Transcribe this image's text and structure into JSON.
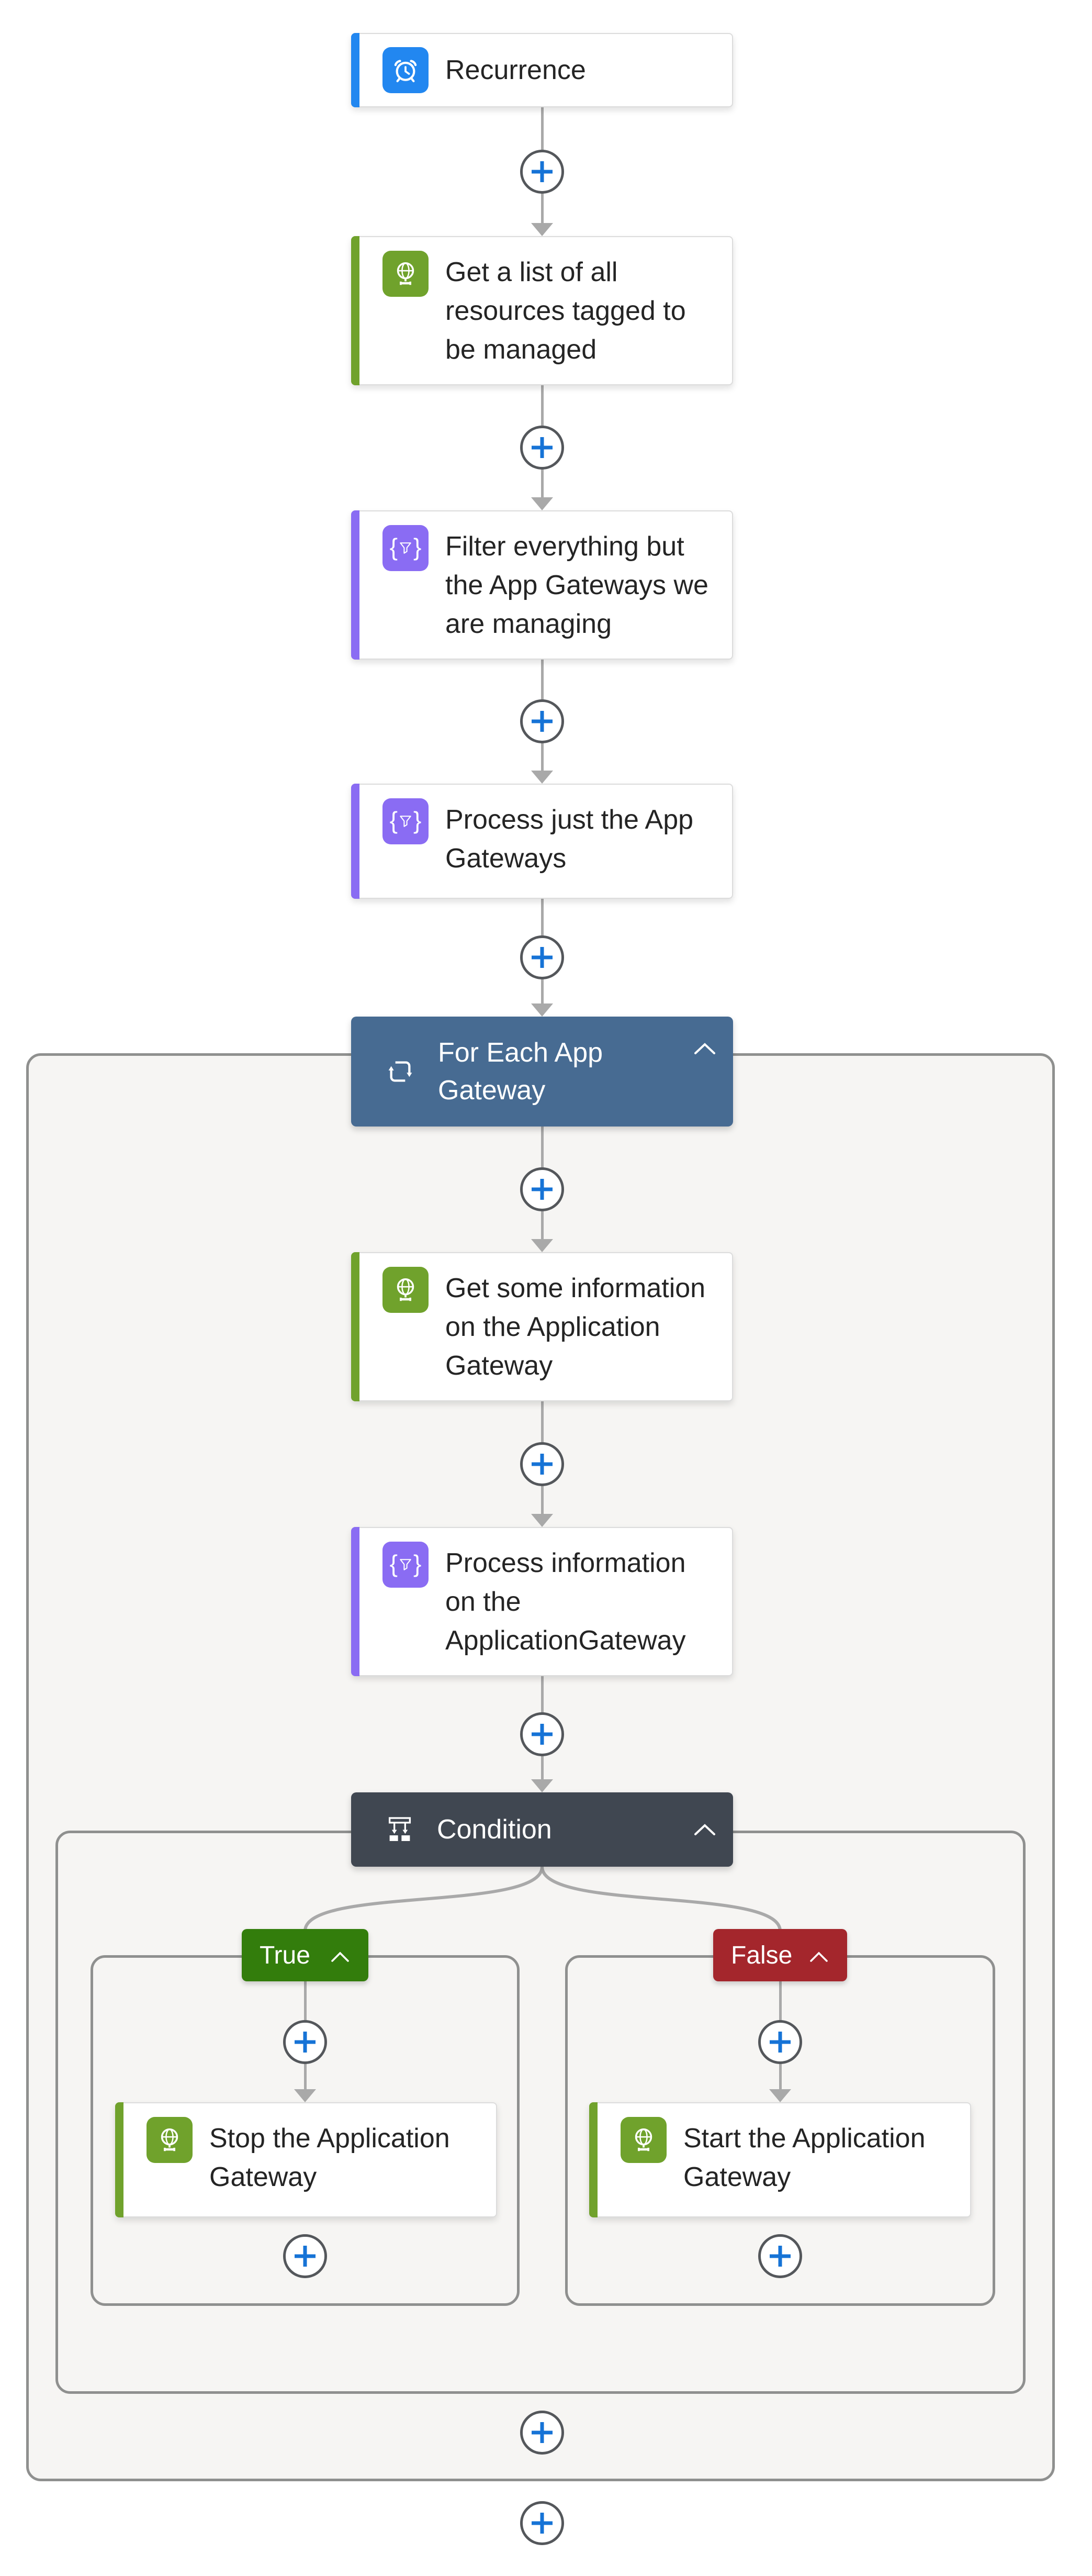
{
  "theme": {
    "trigger_blue": "#2287f0",
    "connector_green": "#70a22c",
    "data_ops_purple": "#8a6cf3",
    "foreach_blue": "#476b92",
    "condition_gray": "#404751",
    "true_green": "#337d0c",
    "false_red": "#a4262c",
    "plus_blue": "#1673d6",
    "connector_line_gray": "#a9a9a9",
    "container_border_gray": "#8f908f",
    "canvas_bg": "#ffffff",
    "scope_bg": "#f6f5f3"
  },
  "icons": {
    "brace_left": "{",
    "brace_right": "}"
  },
  "wf": {
    "trigger": {
      "label": "Recurrence"
    },
    "get_list": {
      "label": "Get a list of all resources tagged to be managed"
    },
    "filter_step": {
      "label": "Filter everything but the App Gateways we are managing"
    },
    "process_gateways": {
      "label": "Process just the App Gateways"
    },
    "foreach": {
      "label": "For Each App Gateway"
    },
    "get_info": {
      "label": "Get some information on the Application Gateway"
    },
    "process_info": {
      "label": "Process information on the ApplicationGateway"
    },
    "condition": {
      "label": "Condition"
    },
    "case_true": {
      "label": "True"
    },
    "case_false": {
      "label": "False"
    },
    "stop_gateway": {
      "label": "Stop the Application Gateway"
    },
    "start_gateway": {
      "label": "Start the Application Gateway"
    }
  }
}
